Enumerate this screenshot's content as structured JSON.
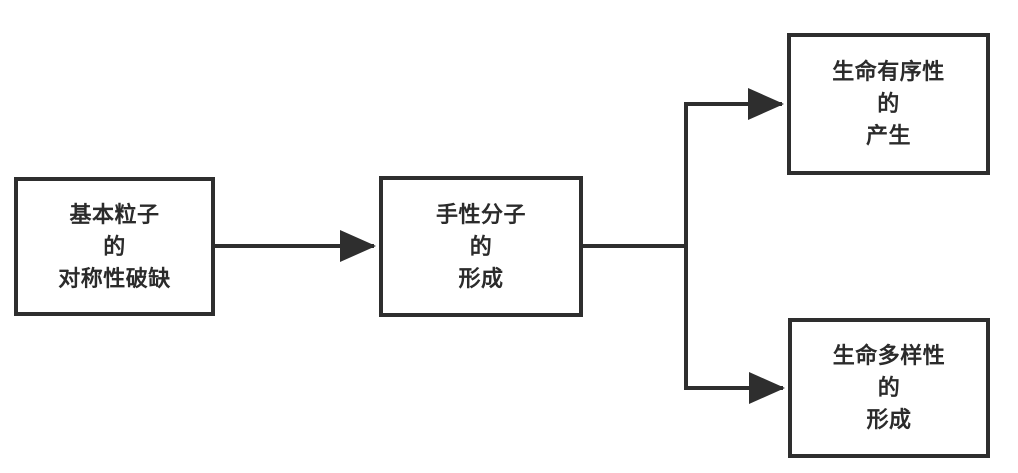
{
  "diagram": {
    "type": "flowchart",
    "orientation": "left-to-right",
    "background_color": "#ffffff",
    "line_color": "#2e2e2e",
    "text_color": "#2b2b2b",
    "nodes": [
      {
        "id": "particle",
        "name": "elementary-particle-symmetry-breaking",
        "lines": [
          "基本粒子",
          "的",
          "对称性破缺"
        ],
        "line1": "基本粒子",
        "line2": "的",
        "line3": "对称性破缺"
      },
      {
        "id": "chiral",
        "name": "chiral-molecule-formation",
        "lines": [
          "手性分子",
          "的",
          "形成"
        ],
        "line1": "手性分子",
        "line2": "的",
        "line3": "形成"
      },
      {
        "id": "order",
        "name": "life-order-generation",
        "lines": [
          "生命有序性",
          "的",
          "产生"
        ],
        "line1": "生命有序性",
        "line2": "的",
        "line3": "产生"
      },
      {
        "id": "diversity",
        "name": "life-diversity-formation",
        "lines": [
          "生命多样性",
          "的",
          "形成"
        ],
        "line1": "生命多样性",
        "line2": "的",
        "line3": "形成"
      }
    ],
    "connectors": [
      {
        "name": "particle-to-chiral",
        "from": "particle",
        "to": "chiral",
        "style": "straight-arrow"
      },
      {
        "name": "chiral-to-order",
        "from": "chiral",
        "to": "order",
        "style": "elbow-arrow-up"
      },
      {
        "name": "chiral-to-diversity",
        "from": "chiral",
        "to": "diversity",
        "style": "elbow-arrow-down"
      }
    ]
  }
}
